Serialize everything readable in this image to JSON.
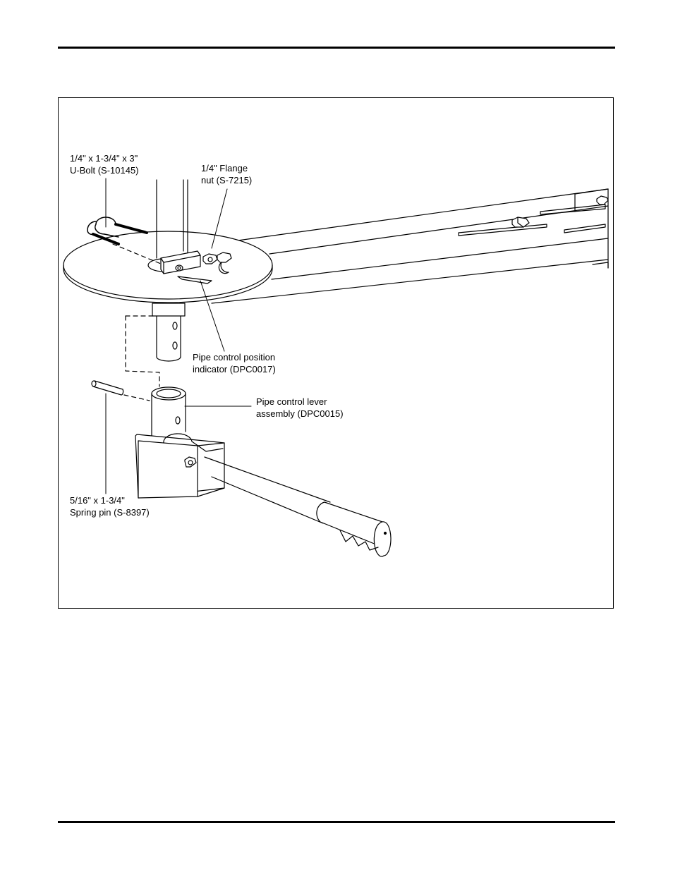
{
  "callouts": {
    "u_bolt": {
      "line1": "1/4\" x 1-3/4\" x 3\"",
      "line2": "U-Bolt (S-10145)"
    },
    "flange_nut": {
      "line1": "1/4\" Flange",
      "line2": "nut (S-7215)"
    },
    "position_indicator": {
      "line1": "Pipe control position",
      "line2": "indicator (DPC0017)"
    },
    "lever_assembly": {
      "line1": "Pipe control lever",
      "line2": "assembly (DPC0015)"
    },
    "spring_pin": {
      "line1": "5/16\" x 1-3/4\"",
      "line2": "Spring pin (S-8397)"
    }
  }
}
